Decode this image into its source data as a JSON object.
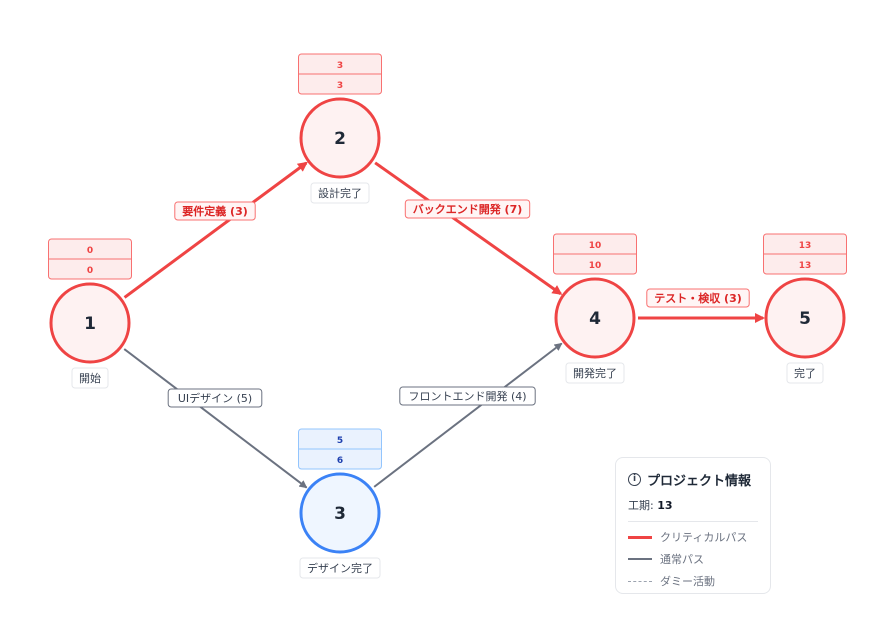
{
  "colors": {
    "critical": "#ef4444",
    "normal": "#6b7280",
    "slack_node": "#3b82f6"
  },
  "nodes": [
    {
      "id": "1",
      "label": "開始",
      "es": "0",
      "ls": "0",
      "critical": true
    },
    {
      "id": "2",
      "label": "設計完了",
      "es": "3",
      "ls": "3",
      "critical": true
    },
    {
      "id": "3",
      "label": "デザイン完了",
      "es": "5",
      "ls": "6",
      "critical": false
    },
    {
      "id": "4",
      "label": "開発完了",
      "es": "10",
      "ls": "10",
      "critical": true
    },
    {
      "id": "5",
      "label": "完了",
      "es": "13",
      "ls": "13",
      "critical": true
    }
  ],
  "edges": [
    {
      "from": "1",
      "to": "2",
      "label": "要件定義 (3)",
      "critical": true
    },
    {
      "from": "2",
      "to": "4",
      "label": "バックエンド開発 (7)",
      "critical": true
    },
    {
      "from": "1",
      "to": "3",
      "label": "UIデザイン (5)",
      "critical": false
    },
    {
      "from": "3",
      "to": "4",
      "label": "フロントエンド開発 (4)",
      "critical": false
    },
    {
      "from": "4",
      "to": "5",
      "label": "テスト・検収 (3)",
      "critical": true
    }
  ],
  "legend": {
    "title": "プロジェクト情報",
    "duration_label": "工期:",
    "duration_value": "13",
    "items": [
      "クリティカルパス",
      "通常パス",
      "ダミー活動"
    ]
  }
}
